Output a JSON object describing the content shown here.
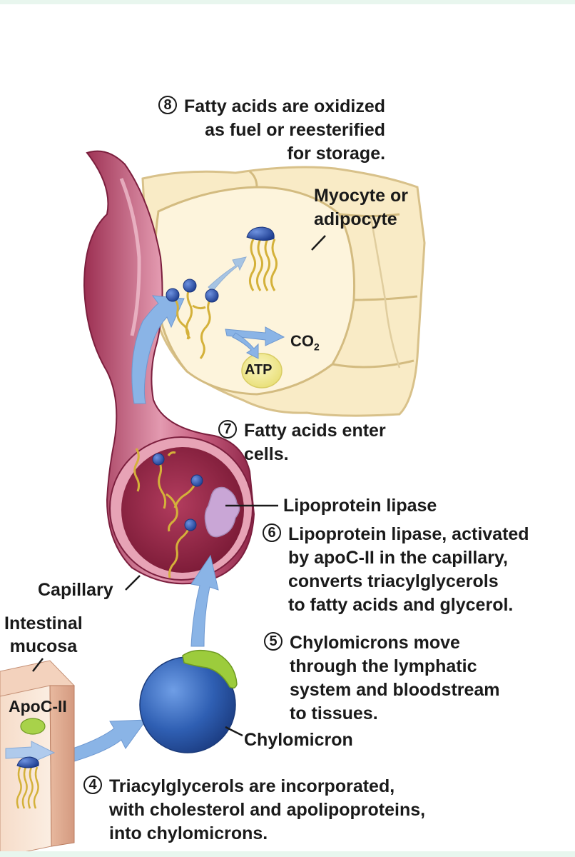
{
  "steps": {
    "s8": {
      "number": "8",
      "lines": [
        "Fatty acids are oxidized",
        "as fuel or reesterified",
        "for storage."
      ]
    },
    "s7": {
      "number": "7",
      "lines": [
        "Fatty acids enter",
        "cells."
      ]
    },
    "s6": {
      "number": "6",
      "lines": [
        "Lipoprotein lipase, activated",
        "by apoC-II in the capillary,",
        "converts triacylglycerols",
        "to fatty acids and glycerol."
      ]
    },
    "s5": {
      "number": "5",
      "lines": [
        "Chylomicrons move",
        "through the lymphatic",
        "system and bloodstream",
        "to tissues."
      ]
    },
    "s4": {
      "number": "4",
      "lines": [
        "Triacylglycerols are incorporated,",
        "with cholesterol and apolipoproteins,",
        "into chylomicrons."
      ]
    }
  },
  "labels": {
    "cell": [
      "Myocyte or",
      "adipocyte"
    ],
    "co2": "CO",
    "co2_sub": "2",
    "atp": "ATP",
    "lipase": "Lipoprotein lipase",
    "capillary": "Capillary",
    "mucosa": [
      "Intestinal",
      "mucosa"
    ],
    "apoc": "ApoC-II",
    "chylomicron": "Chylomicron"
  },
  "colors": {
    "cell_fill": "#fbf1d4",
    "cell_outline": "#dcc892",
    "vessel": "#b8466a",
    "vessel_light": "#dc8aa2",
    "vessel_inner": "#8a1f3e",
    "lipase": "#c9a6d6",
    "chylomicron": "#2f5fb3",
    "apoc": "#9ccc3c",
    "arrow": "#8ab4e6",
    "fatty_acid": "#d4b13a",
    "head": "#2a4fa8"
  }
}
